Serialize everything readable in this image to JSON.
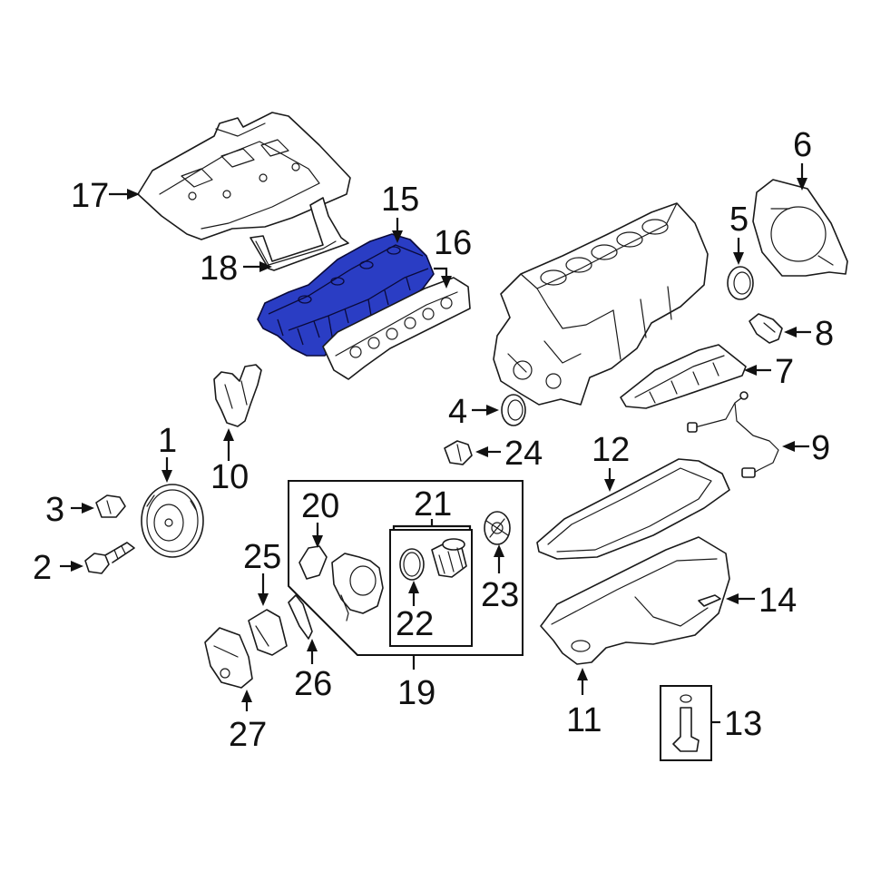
{
  "diagram": {
    "highlight_color": "#2a3dc4",
    "highlighted_part": "15",
    "callouts": {
      "c1": "1",
      "c2": "2",
      "c3": "3",
      "c4": "4",
      "c5": "5",
      "c6": "6",
      "c7": "7",
      "c8": "8",
      "c9": "9",
      "c10": "10",
      "c11": "11",
      "c12": "12",
      "c13": "13",
      "c14": "14",
      "c15": "15",
      "c16": "16",
      "c17": "17",
      "c18": "18",
      "c19": "19",
      "c20": "20",
      "c21": "21",
      "c22": "22",
      "c23": "23",
      "c24": "24",
      "c25": "25",
      "c26": "26",
      "c27": "27"
    }
  }
}
